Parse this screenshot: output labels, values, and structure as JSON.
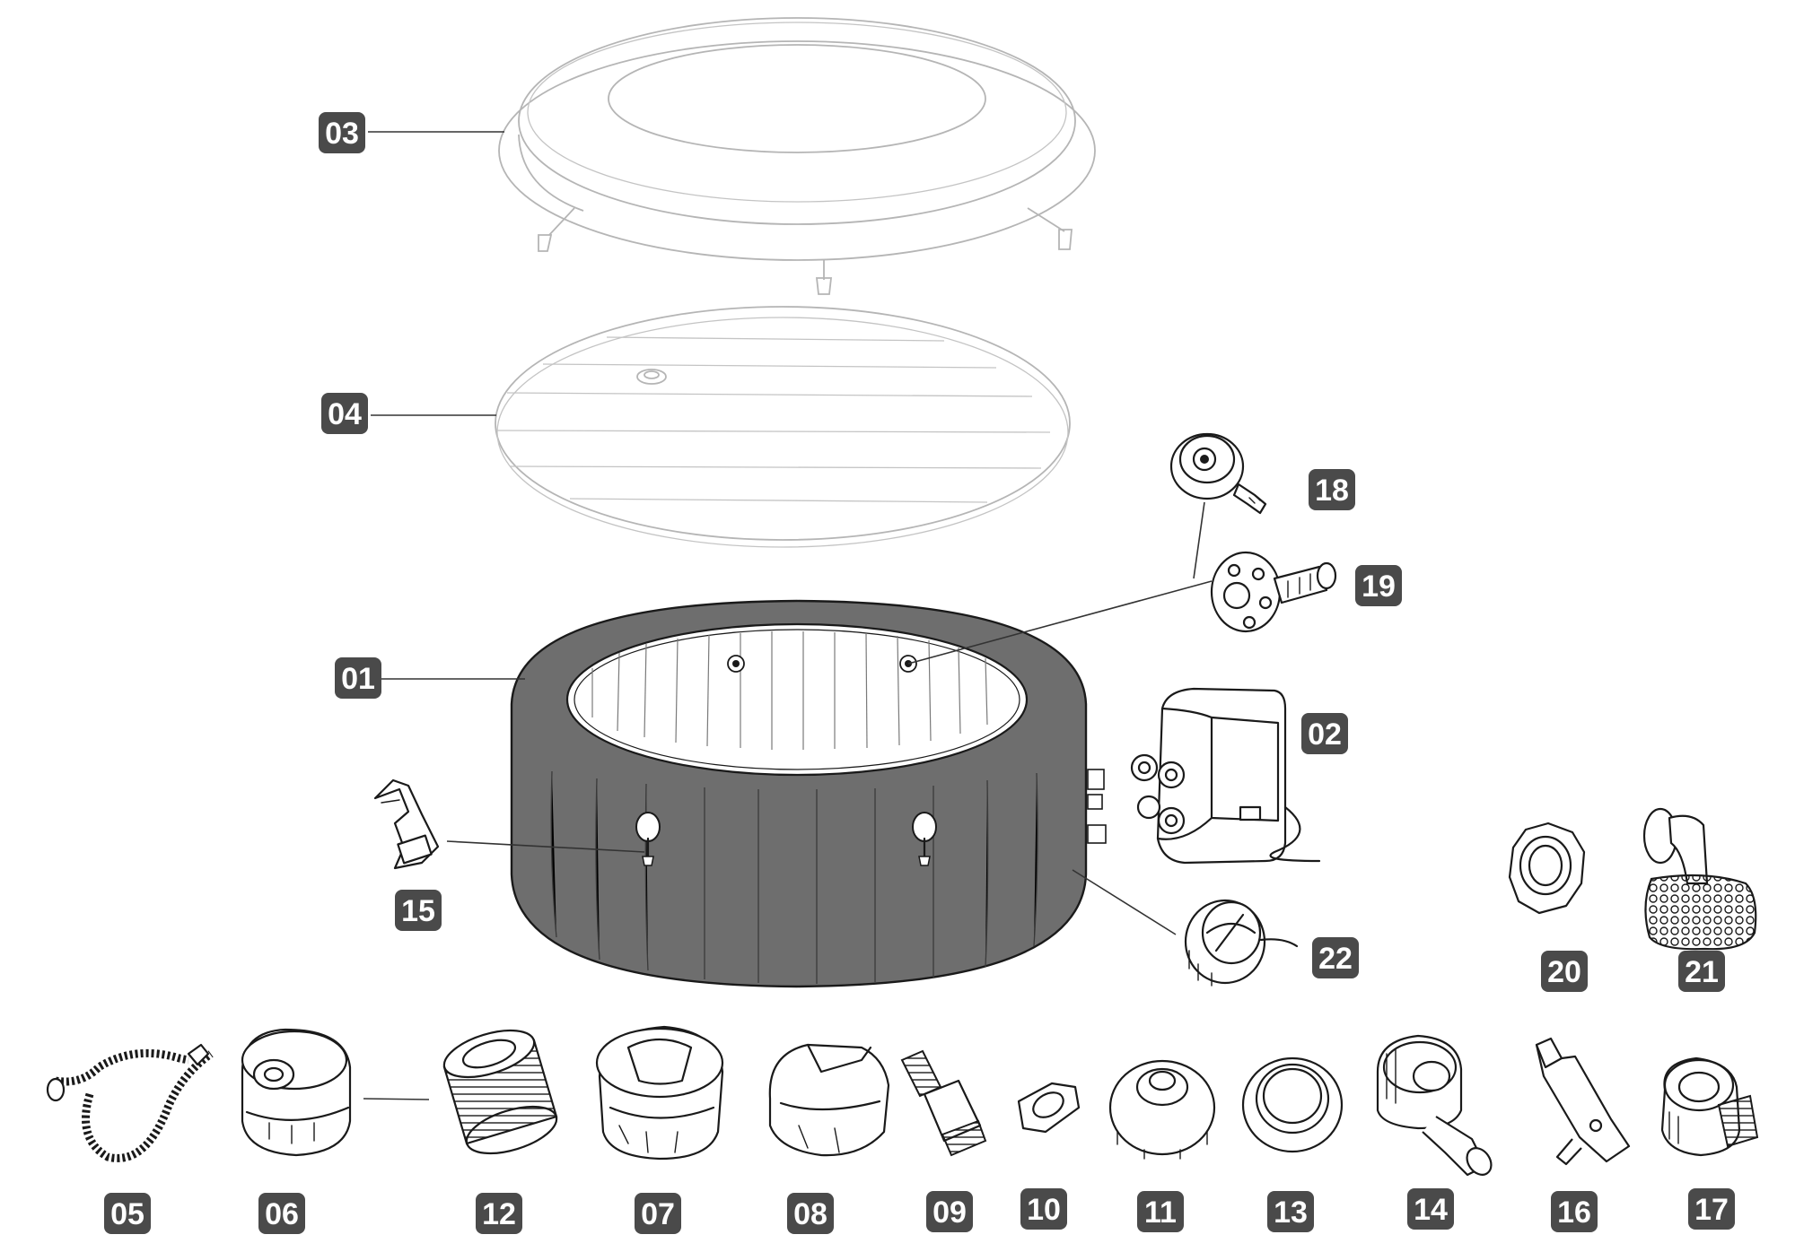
{
  "labels": {
    "p01": "01",
    "p02": "02",
    "p03": "03",
    "p04": "04",
    "p05": "05",
    "p06": "06",
    "p07": "07",
    "p08": "08",
    "p09": "09",
    "p10": "10",
    "p11": "11",
    "p12": "12",
    "p13": "13",
    "p14": "14",
    "p15": "15",
    "p16": "16",
    "p17": "17",
    "p18": "18",
    "p19": "19",
    "p20": "20",
    "p21": "21",
    "p22": "22"
  },
  "colors": {
    "badge": "#4a4a4a",
    "badge_text": "#ffffff",
    "tub_body": "#6e6e6e",
    "line": "#1a1a1a",
    "faint_line": "#b5b5b5"
  }
}
